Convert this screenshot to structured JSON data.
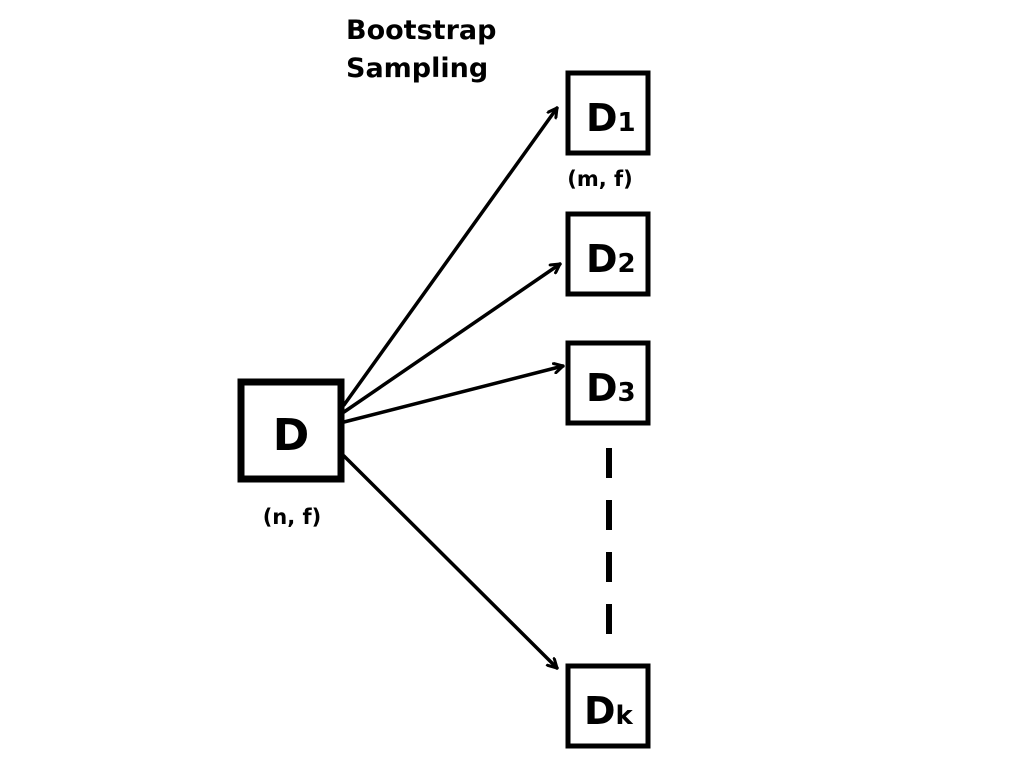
{
  "title": {
    "line1": "Bootstrap",
    "line2": "Sampling"
  },
  "source": {
    "label": "D",
    "dims": "(n, f)"
  },
  "samples": [
    {
      "label": "D",
      "sub": "1",
      "dims": "(m, f)"
    },
    {
      "label": "D",
      "sub": "2"
    },
    {
      "label": "D",
      "sub": "3"
    },
    {
      "label": "D",
      "sub": "k"
    }
  ],
  "colors": {
    "stroke": "#000000",
    "background": "#ffffff"
  }
}
